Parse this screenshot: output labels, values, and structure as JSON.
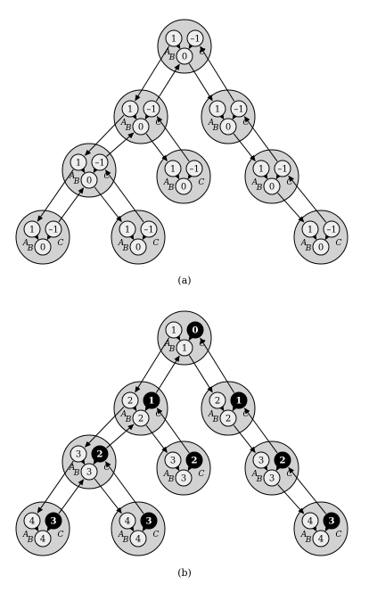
{
  "colors": {
    "node_fill": "#d2d2d2",
    "small_fill": "#eeeeee",
    "dark_fill": "#000000",
    "stroke": "#000000",
    "dark_text": "#ffffff"
  },
  "labels": {
    "a": "A",
    "b": "B",
    "c": "C"
  },
  "panels": [
    {
      "caption": "(a)",
      "nodes": [
        {
          "a": "1",
          "b": "0",
          "c": "–1",
          "c_dark": false
        },
        {
          "a": "1",
          "b": "0",
          "c": "–1",
          "c_dark": false
        },
        {
          "a": "1",
          "b": "0",
          "c": "–1",
          "c_dark": false
        },
        {
          "a": "1",
          "b": "0",
          "c": "–1",
          "c_dark": false
        },
        {
          "a": "1",
          "b": "0",
          "c": "–1",
          "c_dark": false
        },
        {
          "a": "1",
          "b": "0",
          "c": "–1",
          "c_dark": false
        },
        {
          "a": "1",
          "b": "0",
          "c": "–1",
          "c_dark": false
        },
        {
          "a": "1",
          "b": "0",
          "c": "–1",
          "c_dark": false
        },
        {
          "a": "1",
          "b": "0",
          "c": "–1",
          "c_dark": false
        }
      ]
    },
    {
      "caption": "(b)",
      "nodes": [
        {
          "a": "1",
          "b": "1",
          "c": "0",
          "c_dark": true
        },
        {
          "a": "2",
          "b": "2",
          "c": "1",
          "c_dark": true
        },
        {
          "a": "2",
          "b": "2",
          "c": "1",
          "c_dark": true
        },
        {
          "a": "3",
          "b": "3",
          "c": "2",
          "c_dark": true
        },
        {
          "a": "3",
          "b": "3",
          "c": "2",
          "c_dark": true
        },
        {
          "a": "3",
          "b": "3",
          "c": "2",
          "c_dark": true
        },
        {
          "a": "4",
          "b": "4",
          "c": "3",
          "c_dark": true
        },
        {
          "a": "4",
          "b": "4",
          "c": "3",
          "c_dark": true
        },
        {
          "a": "4",
          "b": "4",
          "c": "3",
          "c_dark": true
        }
      ]
    }
  ]
}
